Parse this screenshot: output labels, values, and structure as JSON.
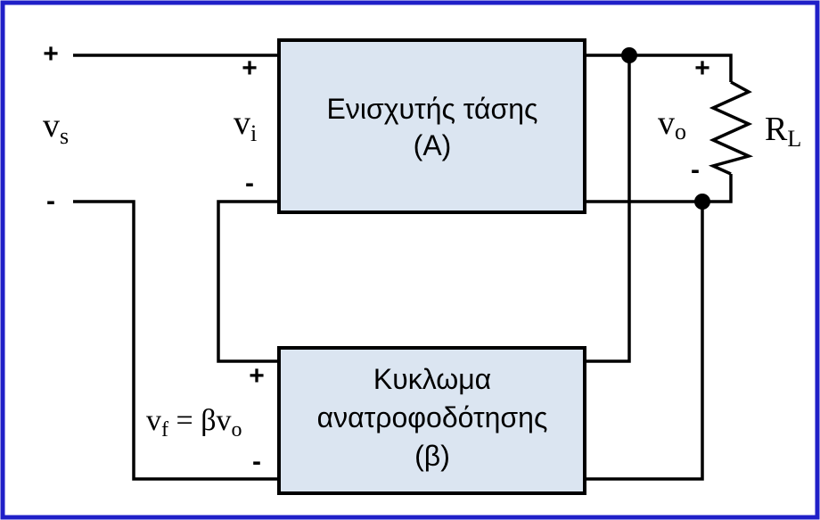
{
  "blocks": {
    "amplifier": {
      "line1": "Ενισχυτής τάσης",
      "line2": "(A)"
    },
    "feedback": {
      "line1": "Κυκλωμα",
      "line2": "ανατροφοδότησης",
      "line3": "(β)"
    }
  },
  "signals": {
    "source": {
      "base": "v",
      "sub": "s",
      "plus": "+",
      "minus": "-"
    },
    "input": {
      "base": "v",
      "sub": "i",
      "plus": "+",
      "minus": "-"
    },
    "output": {
      "base": "v",
      "sub": "o",
      "plus": "+",
      "minus": "-"
    },
    "load": {
      "base": "R",
      "sub": "L"
    },
    "feedback": {
      "lhs_base": "v",
      "lhs_sub": "f",
      "equals": " = ",
      "rhs_base": "βv",
      "rhs_sub": "o",
      "plus": "+",
      "minus": "-"
    }
  },
  "colors": {
    "frame": "#1f1fc8",
    "block_fill": "#dbe5f1",
    "wire": "#000000",
    "background": "#ffffff"
  }
}
